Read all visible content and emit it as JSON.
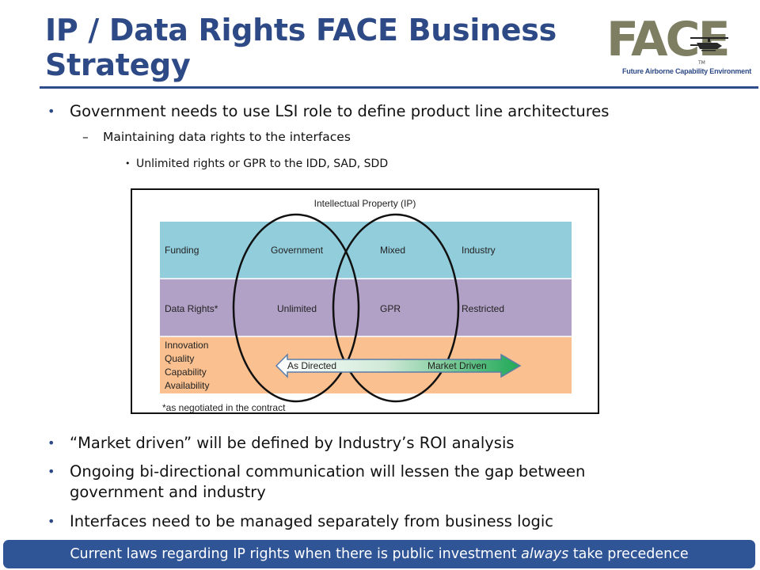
{
  "title": "IP / Data Rights FACE Business Strategy",
  "logo": {
    "word": "FACE",
    "caption": "Future Airborne Capability Environment",
    "tm": "TM"
  },
  "bullets_top": {
    "b1": "Government needs to use LSI role to define product line architectures",
    "b2": "Maintaining data rights to the interfaces",
    "b3": "Unlimited rights or GPR to the IDD, SAD, SDD"
  },
  "diagram": {
    "title": "Intellectual Property (IP)",
    "rows": {
      "funding": {
        "label": "Funding",
        "government": "Government",
        "mixed": "Mixed",
        "industry": "Industry"
      },
      "data_rights": {
        "label": "Data Rights*",
        "unlimited": "Unlimited",
        "gpr": "GPR",
        "restricted": "Restricted"
      },
      "qualities": [
        "Innovation",
        "Quality",
        "Capability",
        "Availability"
      ]
    },
    "arrow": {
      "left": "As Directed",
      "right": "Market Driven"
    },
    "footnote": "*as negotiated in the contract",
    "colors": {
      "funding": "#92cddc",
      "data_rights": "#b2a1c7",
      "qualities": "#fac090",
      "arrow": "#1fa855"
    }
  },
  "bullets_bottom": [
    "“Market driven” will be defined by Industry’s ROI analysis",
    "Ongoing bi-directional communication will lessen the gap between government and industry",
    "Interfaces need to be managed separately from business logic"
  ],
  "footer": {
    "before": "Current laws regarding IP rights when there is public investment ",
    "emph": "always",
    "after": " take precedence"
  }
}
